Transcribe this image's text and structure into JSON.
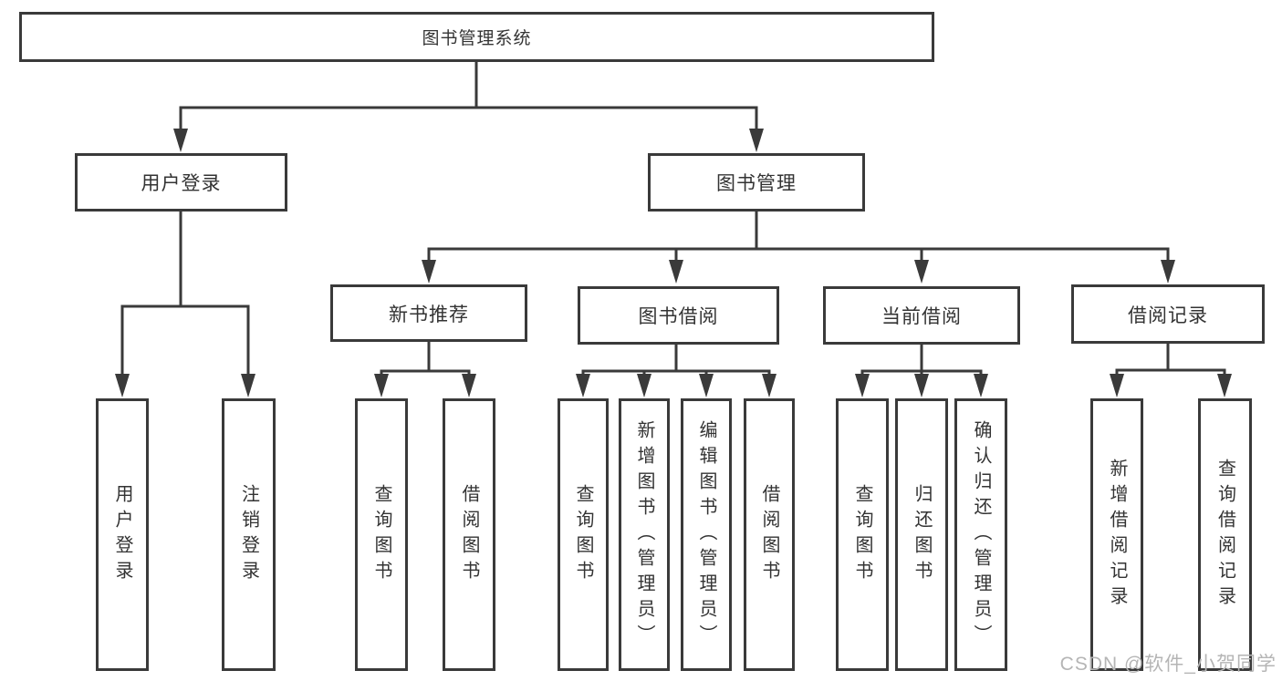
{
  "colors": {
    "background": "#ffffff",
    "line": "#3a3a3a",
    "box_border": "#3a3a3a",
    "text": "#333333",
    "watermark_text": "#b5b5b5"
  },
  "watermark": {
    "text": "CSDN @软件_小贺同学"
  },
  "tree": {
    "root": {
      "label": "图书管理系统"
    },
    "branches": [
      {
        "label": "用户登录",
        "children": [
          {
            "label": "用户登录"
          },
          {
            "label": "注销登录"
          }
        ]
      },
      {
        "label": "图书管理",
        "children": [
          {
            "label": "新书推荐",
            "children": [
              {
                "label": "查询图书"
              },
              {
                "label": "借阅图书"
              }
            ]
          },
          {
            "label": "图书借阅",
            "children": [
              {
                "label": "查询图书"
              },
              {
                "label": "新增图书（管理员）"
              },
              {
                "label": "编辑图书（管理员）"
              },
              {
                "label": "借阅图书"
              }
            ]
          },
          {
            "label": "当前借阅",
            "children": [
              {
                "label": "查询图书"
              },
              {
                "label": "归还图书"
              },
              {
                "label": "确认归还（管理员）"
              }
            ]
          },
          {
            "label": "借阅记录",
            "children": [
              {
                "label": "新增借阅记录"
              },
              {
                "label": "查询借阅记录"
              }
            ]
          }
        ]
      }
    ]
  }
}
